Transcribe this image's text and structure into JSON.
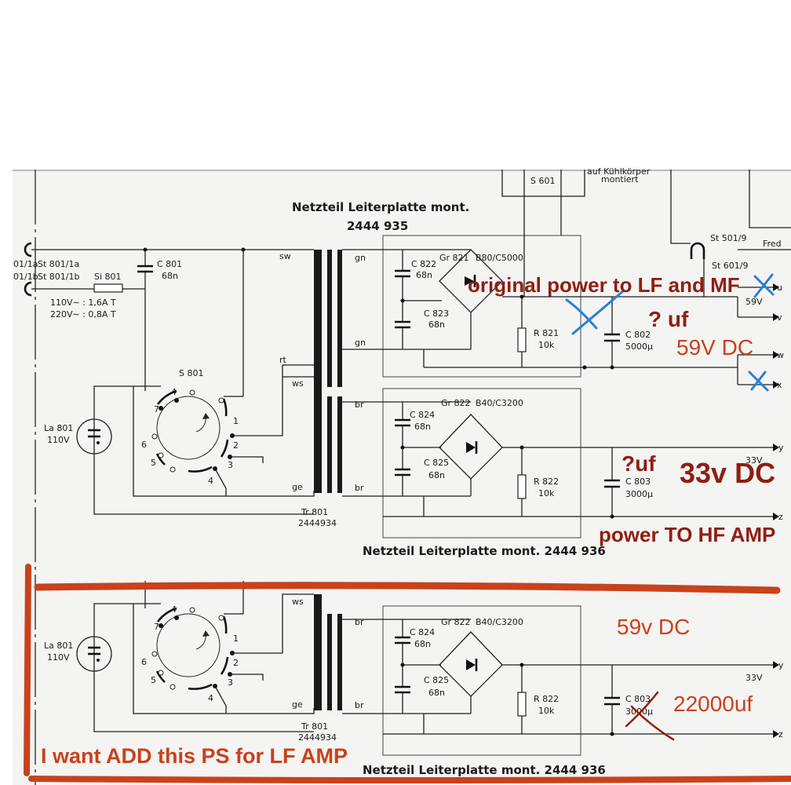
{
  "colors": {
    "annotation_dark": "#8f1e12",
    "annotation_orange": "#c8421c",
    "blue_marks": "#2a7fd4",
    "line": "#1f1f1f"
  },
  "top": {
    "title_line1": "Netzteil Leiterplatte  mont.",
    "title_line2": "2444 935",
    "s601": "S 601",
    "kuehl": "auf Kühlkörper",
    "montiert": "montiert",
    "st501": "St 501/9",
    "st601": "St 601/9",
    "fred": "Fred",
    "st801_1a": "St 801/1a",
    "st801_1b": "St 801/1b",
    "left_1a": "01/1a",
    "left_1b": "01/1b",
    "c801": "C 801",
    "c801_val": "68n",
    "si801": "Si 801",
    "fuse1": "110V∼ : 1,6A T",
    "fuse2": "220V∼ : 0,8A T",
    "sw": "sw",
    "rt": "rt",
    "ws": "ws",
    "ge": "ge",
    "gn1": "gn",
    "gn2": "gn",
    "br1": "br",
    "br2": "br",
    "c822": "C 822",
    "c822_val": "68n",
    "c823": "C 823",
    "c823_val": "68n",
    "gr821": "Gr 821",
    "b80": "B80/C5000",
    "r821": "R 821",
    "r821_val": "10k",
    "c802": "C 802",
    "c802_val": "5000µ",
    "v59": "59V",
    "c824": "C 824",
    "c824_val": "68n",
    "c825": "C 825",
    "c825_val": "68n",
    "gr822": "Gr 822",
    "b40": "B40/C3200",
    "r822": "R 822",
    "r822_val": "10k",
    "c803": "C 803",
    "c803_val": "3000µ",
    "v33": "33V",
    "s801": "S 801",
    "la801": "La 801",
    "la801_v": "110V",
    "tr801": "Tr 801",
    "tr801_num": "2444934",
    "bottom_title": "Netzteil  Leiterplatte  mont.  2444 936",
    "out_u": "u",
    "out_v": "v",
    "out_w": "w",
    "out_x": "x",
    "out_y": "y",
    "out_z": "z"
  },
  "bottom": {
    "ws": "ws",
    "ge": "ge",
    "br1": "br",
    "br2": "br",
    "c824": "C 824",
    "c824_val": "68n",
    "c825": "C 825",
    "c825_val": "68n",
    "gr822": "Gr 822",
    "b40": "B40/C3200",
    "r822": "R 822",
    "r822_val": "10k",
    "c803": "C 803",
    "c803_val": "3000µ",
    "v33": "33V",
    "la801": "La 801",
    "la801_v": "110V",
    "tr801": "Tr 801",
    "tr801_num": "2444934",
    "bottom_title": "Netzteil  Leiterplatte  mont.  2444 936",
    "out_y": "y",
    "out_z": "z"
  },
  "annotations": {
    "original_power": "original power to LF and MF",
    "q_uf_1": "? uf",
    "dc59": "59V DC",
    "q_uf_2": "?uf",
    "dc33": "33v DC",
    "power_hf": "power TO HF AMP",
    "dc59_lower": "59v DC",
    "uf22000": "22000uf",
    "want_add": "I want ADD this PS for LF AMP"
  }
}
